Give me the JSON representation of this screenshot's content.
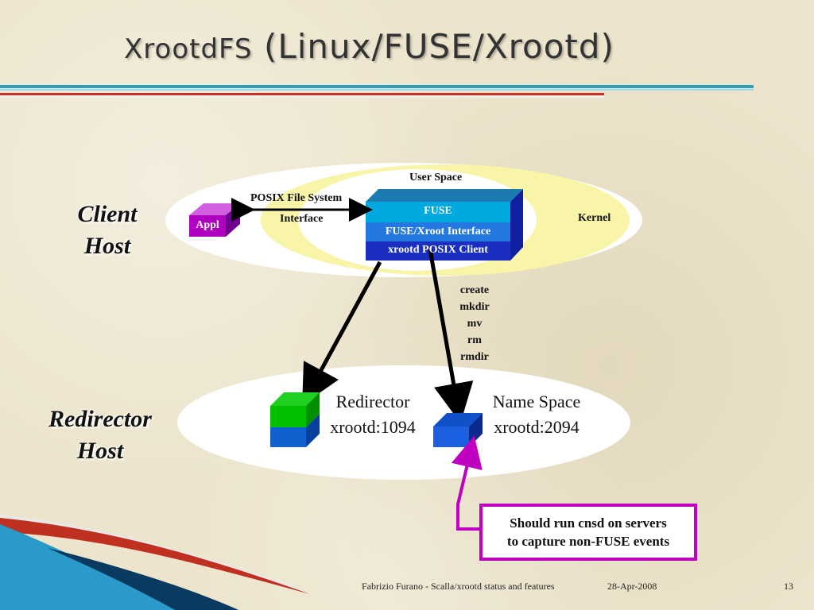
{
  "slide": {
    "title_part1": "XrootdFS",
    "title_part2": "(Linux/FUSE/Xrootd)",
    "page_number": "13"
  },
  "hosts": {
    "client": [
      "Client",
      "Host"
    ],
    "redirector": [
      "Redirector",
      "Host"
    ]
  },
  "client_diagram": {
    "user_space": "User Space",
    "kernel": "Kernel",
    "appl": "Appl",
    "posix_line1": "POSIX File System",
    "posix_line2": "Interface",
    "stack_layers": [
      "FUSE",
      "FUSE/Xroot Interface",
      "xrootd POSIX Client"
    ]
  },
  "operations": [
    "create",
    "mkdir",
    "mv",
    "rm",
    "rmdir"
  ],
  "redirector_diagram": {
    "redirector": [
      "Redirector",
      "xrootd:1094"
    ],
    "name_space": [
      "Name Space",
      "xrootd:2094"
    ]
  },
  "note": [
    "Should run cnsd on servers",
    "to capture non-FUSE events"
  ],
  "footer": {
    "author": "Fabrizio Furano - Scalla/xrootd status and features",
    "date": "28-Apr-2008"
  },
  "colors": {
    "fuse_layer": "#00a8e0",
    "interface_layer": "#2478e0",
    "client_layer": "#1a2ec0",
    "appl": "#b000c0",
    "redirector_top": "#00c000",
    "redirector_bottom": "#1060d0",
    "note_border": "#c000c0"
  }
}
